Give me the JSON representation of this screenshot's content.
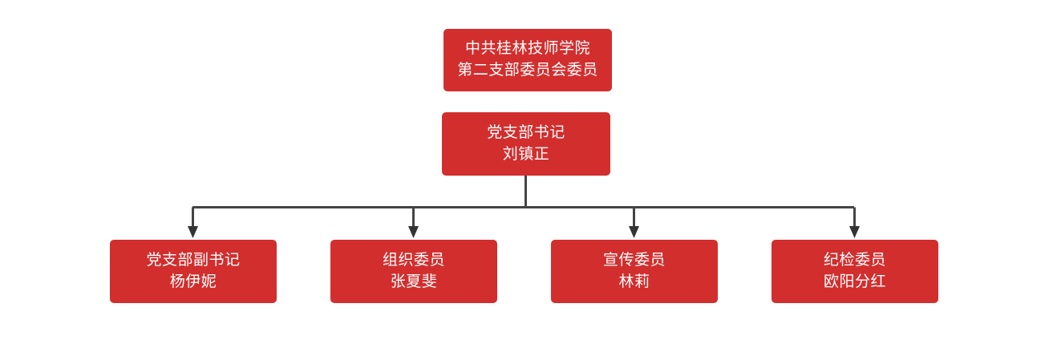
{
  "chart": {
    "type": "org-chart",
    "background_color": "#ffffff",
    "node_fill_color": "#d22e2e",
    "node_text_color": "#ffffff",
    "connector_color": "#444444",
    "root": {
      "line1": "中共桂林技师学院",
      "line2": "第二支部委员会委员"
    },
    "secretary": {
      "title": "党支部书记",
      "name": "刘镇正"
    },
    "members": [
      {
        "title": "党支部副书记",
        "name": "杨伊妮"
      },
      {
        "title": "组织委员",
        "name": "张夏斐"
      },
      {
        "title": "宣传委员",
        "name": "林莉"
      },
      {
        "title": "纪检委员",
        "name": "欧阳分红"
      }
    ]
  }
}
